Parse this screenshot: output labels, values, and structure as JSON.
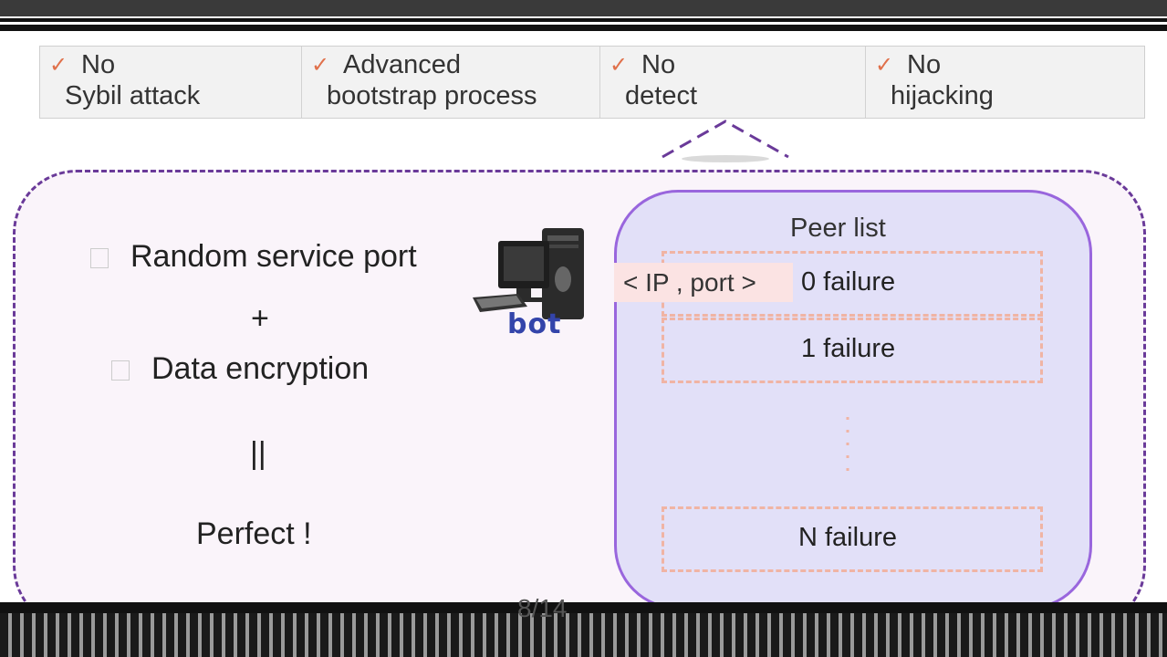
{
  "features": [
    {
      "check": "✓",
      "line1": "No",
      "line2": "Sybil attack"
    },
    {
      "check": "✓",
      "line1": "Advanced",
      "line2": "bootstrap process"
    },
    {
      "check": "✓",
      "line1": "No",
      "line2": "detect"
    },
    {
      "check": "✓",
      "line1": "No",
      "line2": "hijacking"
    }
  ],
  "left": {
    "item1": "Random service port",
    "plus": "+",
    "item2": "Data encryption",
    "equals": "||",
    "result": "Perfect !"
  },
  "bot": {
    "label": "bot",
    "icon": "computer-icon"
  },
  "peer_list": {
    "title": "Peer  list",
    "ip_tag": "< IP , port >",
    "rows": [
      "0 failure",
      "1 failure",
      "N failure"
    ]
  },
  "page": "8/14",
  "colors": {
    "accent": "#6a3a99",
    "check": "#e0704a",
    "peer_border": "#9966dd",
    "peer_bg": "#e2e0f8",
    "row_border": "#f0b4a4"
  }
}
